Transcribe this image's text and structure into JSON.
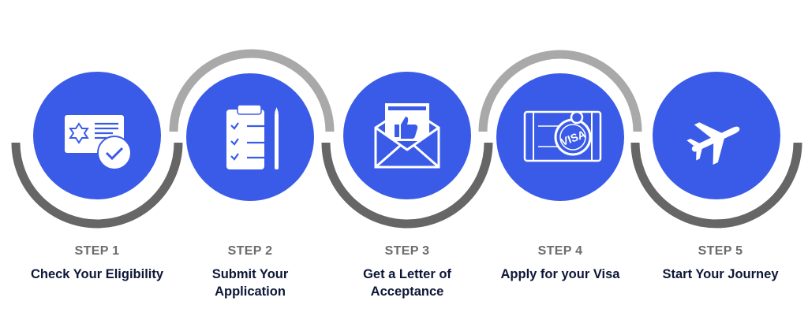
{
  "colors": {
    "circle": "#3a5be8",
    "arc_dark": "#666666",
    "arc_light": "#a9a9a9",
    "step_label": "#6b6b6b",
    "title": "#0d1637"
  },
  "steps": [
    {
      "label": "STEP 1",
      "title": "Check Your Eligibility",
      "icon": "eligibility-card-check-icon",
      "arc": "bottom"
    },
    {
      "label": "STEP 2",
      "title": "Submit Your Application",
      "icon": "clipboard-checklist-icon",
      "arc": "top"
    },
    {
      "label": "STEP 3",
      "title": "Get a Letter of Acceptance",
      "icon": "envelope-thumbs-up-icon",
      "arc": "bottom"
    },
    {
      "label": "STEP 4",
      "title": "Apply for your Visa",
      "icon": "visa-stamp-icon",
      "arc": "top"
    },
    {
      "label": "STEP 5",
      "title": "Start Your Journey",
      "icon": "airplane-icon",
      "arc": "bottom"
    }
  ],
  "visa_stamp_text": "VISA"
}
